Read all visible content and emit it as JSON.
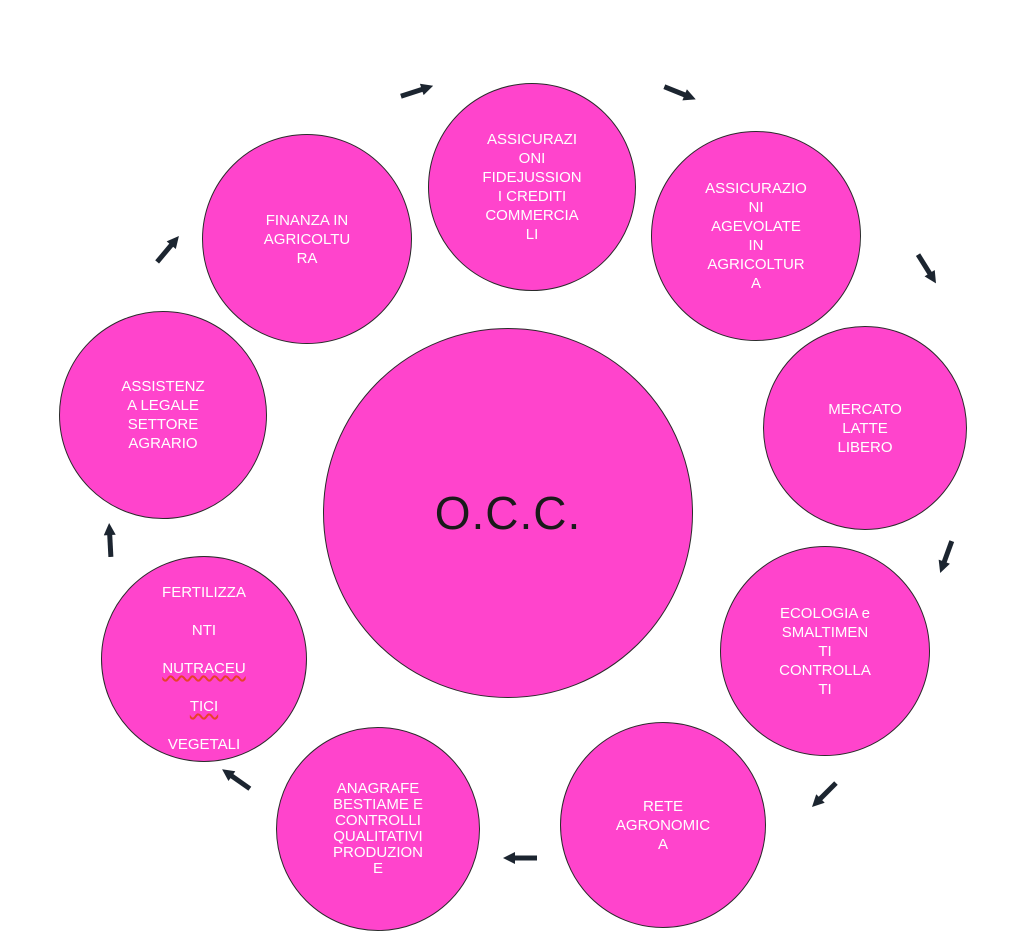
{
  "diagram": {
    "center": {
      "label": "O.C.C."
    },
    "nodes": [
      {
        "id": "assicurazioni-fidejussioni",
        "label": "ASSICURAZI\nONI\nFIDEJUSSION\nI CREDITI\nCOMMERCIA\nLI"
      },
      {
        "id": "assicurazioni-agevolate",
        "label": "ASSICURAZIO\nNI\nAGEVOLATE\nIN\nAGRICOLTUR\nA"
      },
      {
        "id": "mercato-latte",
        "label": "MERCATO\nLATTE\nLIBERO"
      },
      {
        "id": "ecologia",
        "label": "ECOLOGIA e\nSMALTIMEN\nTI\nCONTROLLA\nTI"
      },
      {
        "id": "rete-agronomica",
        "label": "RETE\nAGRONOMIC\nA"
      },
      {
        "id": "anagrafe",
        "label": "ANAGRAFE\nBESTIAME E\nCONTROLLI\nQUALITATIVI\nPRODUZION\nE"
      },
      {
        "id": "fertilizzanti",
        "label_lines": [
          "FERTILIZZA",
          "NTI",
          "NUTRACEU",
          "TICI",
          "VEGETALI"
        ]
      },
      {
        "id": "assistenza-legale",
        "label": "ASSISTENZ\nA LEGALE\nSETTORE\nAGRARIO"
      },
      {
        "id": "finanza",
        "label": "FINANZA IN\nAGRICOLTU\nRA"
      }
    ],
    "colors": {
      "circle_fill": "#ff44cc",
      "circle_stroke": "#2a2a2a",
      "node_text": "#ffffff",
      "center_text": "#1a1a1a",
      "arrow": "#1c2530",
      "spell_underline": "#e8412b"
    },
    "arrow_icon": "arrow-right-icon"
  }
}
